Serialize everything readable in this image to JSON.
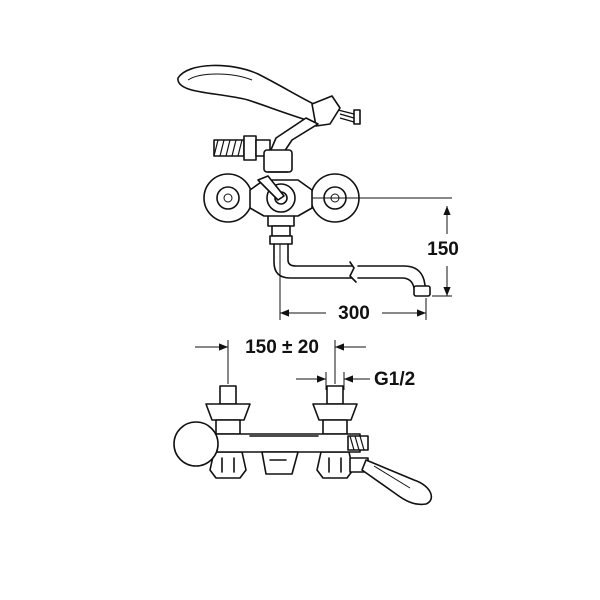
{
  "dimensions": {
    "height": "150",
    "spout_reach": "300",
    "center_distance": "150 ± 20",
    "thread": "G1/2"
  },
  "colors": {
    "line": "#111111",
    "background": "#ffffff"
  }
}
